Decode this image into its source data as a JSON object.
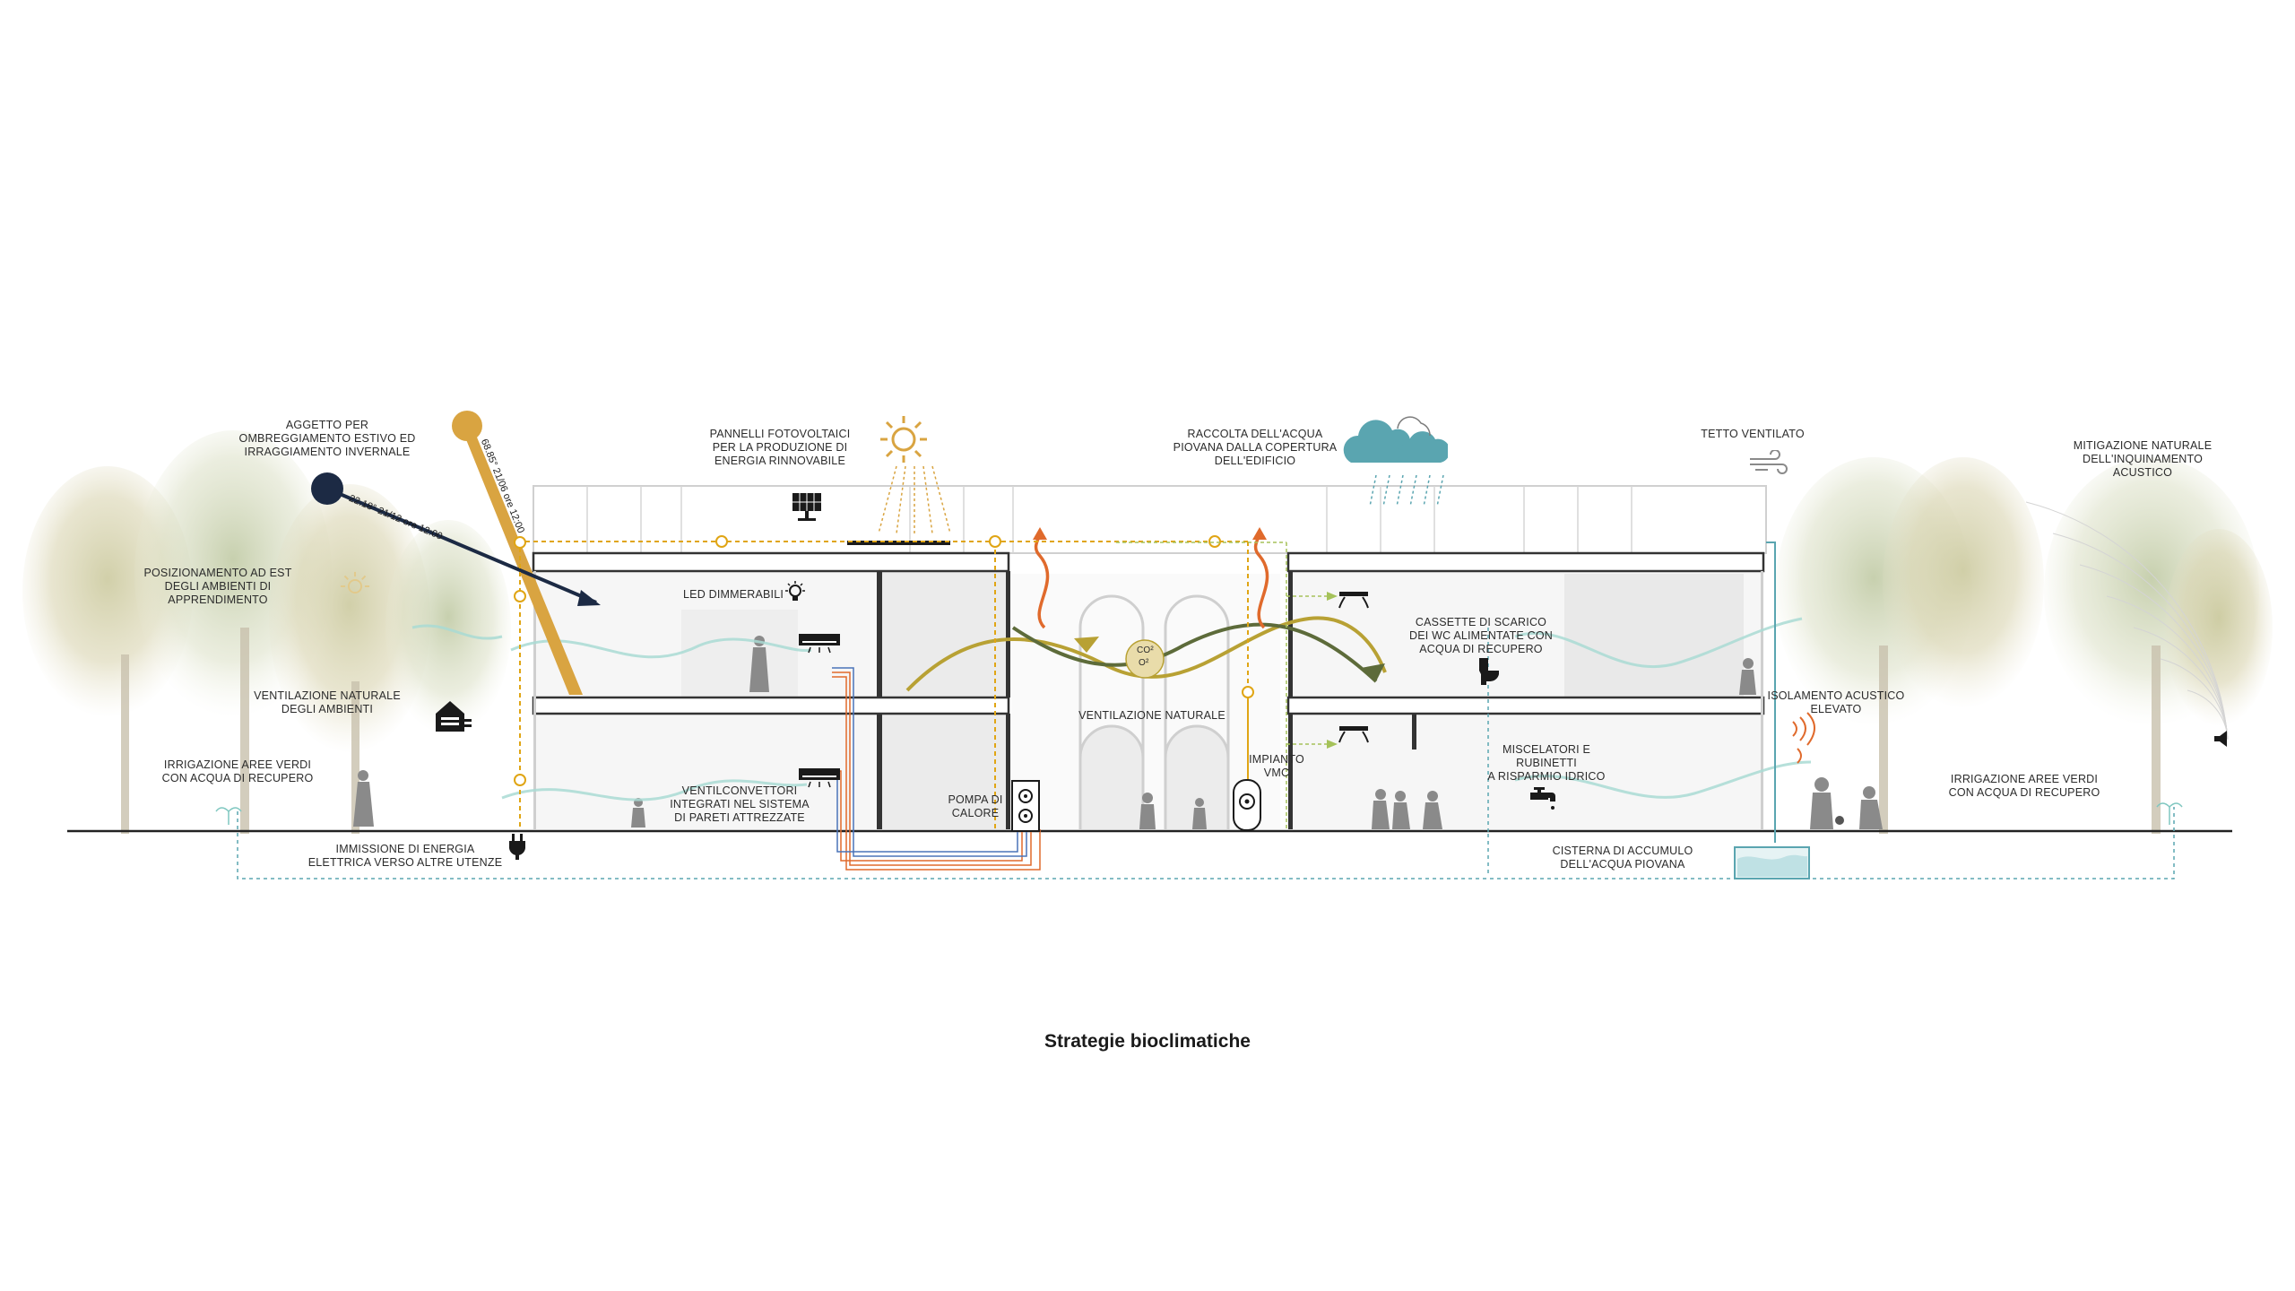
{
  "title": "Strategie bioclimatiche",
  "labels": {
    "aggetto": "AGGETTO PER\nOMBREGGIAMENTO ESTIVO ED\nIRRAGGIAMENTO INVERNALE",
    "pannelli": "PANNELLI FOTOVOLTAICI\nPER LA PRODUZIONE DI\nENERGIA RINNOVABILE",
    "raccolta": "RACCOLTA DELL'ACQUA\nPIOVANA DALLA COPERTURA\nDELL'EDIFICIO",
    "tetto": "TETTO VENTILATO",
    "mitigazione": "MITIGAZIONE NATURALE\nDELL'INQUINAMENTO\nACUSTICO",
    "posizionamento": "POSIZIONAMENTO AD EST\nDEGLI AMBIENTI DI\nAPPRENDIMENTO",
    "led": "LED DIMMERABILI",
    "cassette": "CASSETTE DI SCARICO\nDEI WC ALIMENTATE CON\nACQUA DI RECUPERO",
    "vent_ambienti": "VENTILAZIONE NATURALE\nDEGLI AMBIENTI",
    "vent_naturale": "VENTILAZIONE NATURALE",
    "isolamento": "ISOLAMENTO ACUSTICO\nELEVATO",
    "irrigazione_sx": "IRRIGAZIONE AREE VERDI\nCON ACQUA DI RECUPERO",
    "ventilconvettori": "VENTILCONVETTORI\nINTEGRATI NEL SISTEMA\nDI PARETI ATTREZZATE",
    "pompa": "POMPA DI\nCALORE",
    "impianto": "IMPIANTO\nVMC",
    "miscelatori": "MISCELATORI E\nRUBINETTI\nA RISPARMIO IDRICO",
    "irrigazione_dx": "IRRIGAZIONE AREE VERDI\nCON ACQUA DI RECUPERO",
    "immissione": "IMMISSIONE DI ENERGIA\nELETTRICA VERSO ALTRE UTENZE",
    "cisterna": "CISTERNA DI ACCUMULO\nDELL'ACQUA PIOVANA"
  },
  "sun": {
    "winter": "22.18° 21/12 ore 12:00",
    "summer": "68.85° 21/06 ore 12:00"
  },
  "gas": {
    "co2": "CO²",
    "o2": "O²"
  },
  "colors": {
    "solar": "#d9a441",
    "winter_sun": "#1c2a44",
    "energy_line": "#e0a514",
    "heat": "#e06a2c",
    "water": "#5aa5b0",
    "air": "#7fc7c0",
    "wall": "#333333"
  },
  "icons": [
    "sun-icon",
    "solar-panel-icon",
    "rain-cloud-icon",
    "wind-icon",
    "led-bulb-icon",
    "air-conditioner-icon",
    "heat-pump-icon",
    "vmc-unit-icon",
    "toilet-icon",
    "faucet-icon",
    "plug-icon",
    "storage-house-icon",
    "speaker-icon"
  ]
}
